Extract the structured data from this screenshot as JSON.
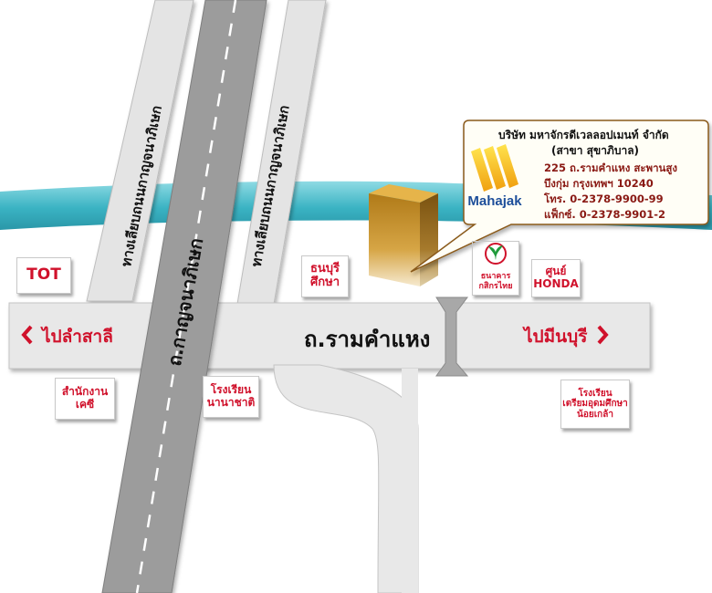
{
  "map": {
    "main_road_label": "ถ.รามคำแหง",
    "expressway_label": "ถ.กาญจนาภิเษก",
    "frontage_left_label": "ทางเลียบถนนกาญจนาภิเษก",
    "frontage_right_label": "ทางเลียบถนนกาญจนาภิเษก",
    "direction_left": "ไปลำสาลี",
    "direction_right": "ไปมีนบุรี"
  },
  "landmarks": {
    "tot": "TOT",
    "thonburi_line1": "ธนบุรี",
    "thonburi_line2": "ศึกษา",
    "kbank_line1": "ธนาคาร",
    "kbank_line2": "กสิกรไทย",
    "honda_line1": "ศูนย์",
    "honda_line2": "HONDA",
    "district_line1": "สำนักงาน",
    "district_line2": "เคซี",
    "nanachat_line1": "โรงเรียน",
    "nanachat_line2": "นานาชาติ",
    "noklao_line1": "โรงเรียน",
    "noklao_line2": "เตรียมอุดมศึกษา",
    "noklao_line3": "น้อยเกล้า"
  },
  "company": {
    "logo_text": "Mahajak",
    "name": "บริษัท มหาจักรดีเวลลอปเมนท์ จำกัด",
    "branch": "(สาขา สุขาภิบาล)",
    "address1": "225 ถ.รามคำแหง สะพานสูง",
    "address2": "บึงกุ่ม กรุงเทพฯ 10240",
    "phone": "โทร. 0-2378-9900-99",
    "fax": "แฟ็กซ์. 0-2378-9901-2"
  },
  "colors": {
    "road": "#e8e8e8",
    "expressway": "#9c9c9c",
    "river": "#4fb8c6",
    "label_red": "#d0112b",
    "building": "#c8932a",
    "callout_border": "#8a5a1a"
  }
}
